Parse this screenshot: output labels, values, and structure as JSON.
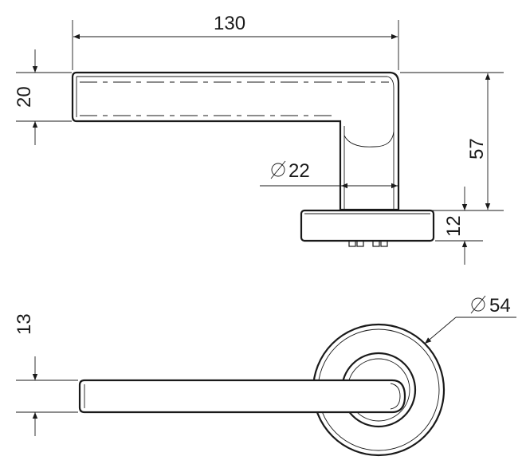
{
  "dimensions": {
    "lever_length": "130",
    "lever_height": "20",
    "total_height": "57",
    "neck_diameter": "22",
    "rose_height": "12",
    "lever_thickness": "13",
    "rose_diameter": "54"
  },
  "colors": {
    "line": "#1a1a1a",
    "background": "#ffffff"
  }
}
